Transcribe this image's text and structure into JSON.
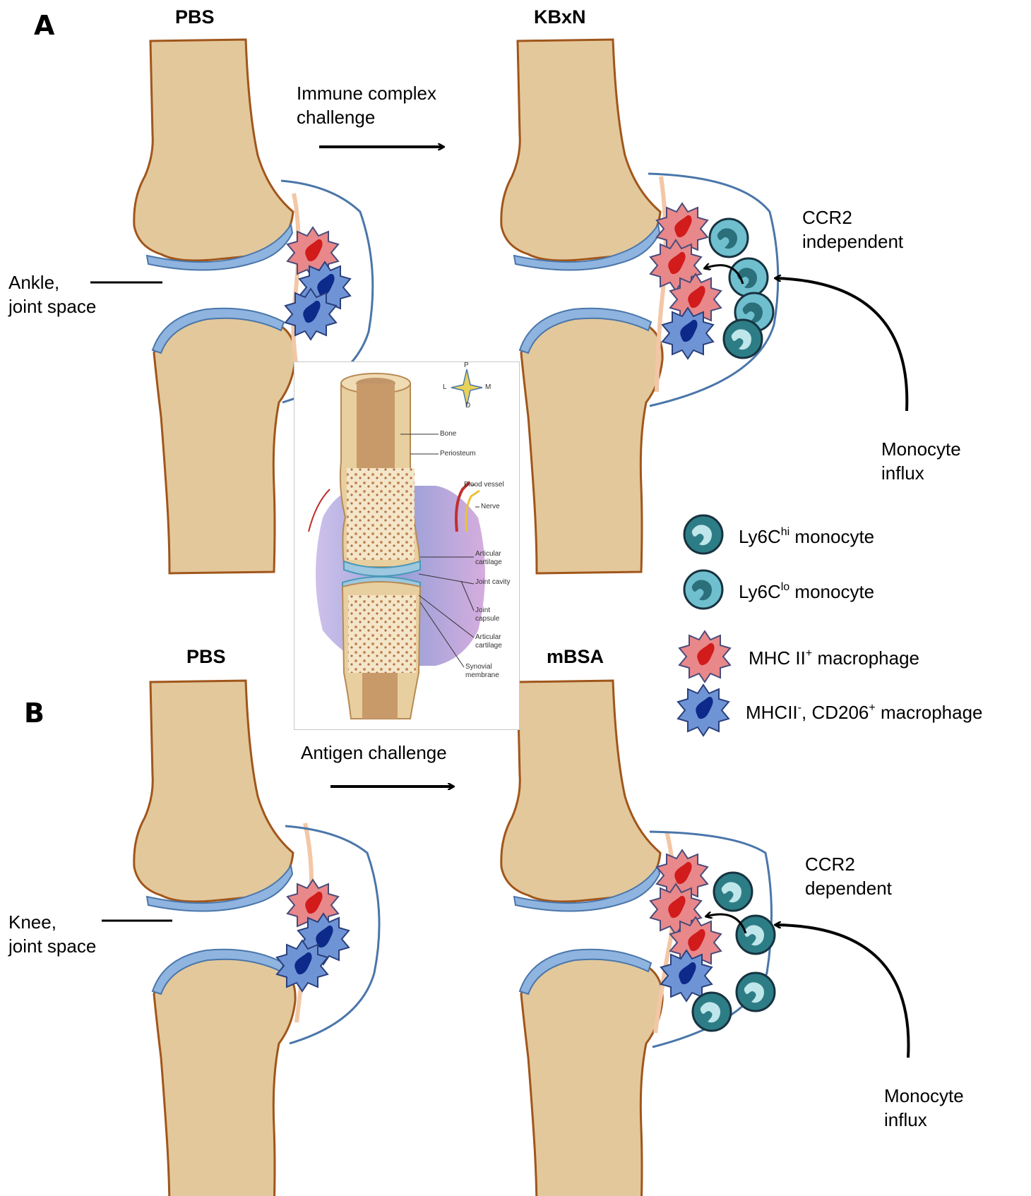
{
  "panelA": {
    "letter": "A",
    "left_title": "PBS",
    "right_title": "KBxN",
    "arrow_label_line1": "Immune complex",
    "arrow_label_line2": "challenge",
    "site_line1": "Ankle,",
    "site_line2": "joint space",
    "ccr2_line1": "CCR2",
    "ccr2_line2": "independent",
    "influx_line1": "Monocyte",
    "influx_line2": "influx"
  },
  "panelB": {
    "letter": "B",
    "left_title": "PBS",
    "right_title": "mBSA",
    "arrow_label": "Antigen challenge",
    "site_line1": "Knee,",
    "site_line2": "joint space",
    "ccr2_line1": "CCR2",
    "ccr2_line2": "dependent",
    "influx_line1": "Monocyte",
    "influx_line2": "influx"
  },
  "inset": {
    "compass": {
      "p": "P",
      "d": "D",
      "l": "L",
      "m": "M"
    },
    "labels": [
      "Bone",
      "Periosteum",
      "Blood vessel",
      "Nerve",
      "Articular cartilage",
      "Joint cavity",
      "Joint capsule",
      "Articular cartilage",
      "Synovial membrane"
    ]
  },
  "legend": {
    "ly6c_hi": {
      "base": "Ly6C",
      "sup": "hi",
      "rest": " monocyte"
    },
    "ly6c_lo": {
      "base": "Ly6C",
      "sup": "lo",
      "rest": " monocyte"
    },
    "mhc_pos": {
      "base": "MHC II",
      "sup": "+",
      "rest": " macrophage"
    },
    "mhc_neg": {
      "base": "MHCII",
      "sup": "-",
      "mid": ", CD206",
      "sup2": "+",
      "rest": " macrophage"
    }
  },
  "colors": {
    "bone": "#e3c89b",
    "bone_outline": "#a0561b",
    "cartilage": "#8fb4df",
    "capsule": "#4a76aa",
    "ly6c_hi": "#2d7d86",
    "ly6c_lo": "#6fbfcf",
    "mhc_pos": "#e8888a",
    "mhc_neg": "#6f94d6"
  }
}
